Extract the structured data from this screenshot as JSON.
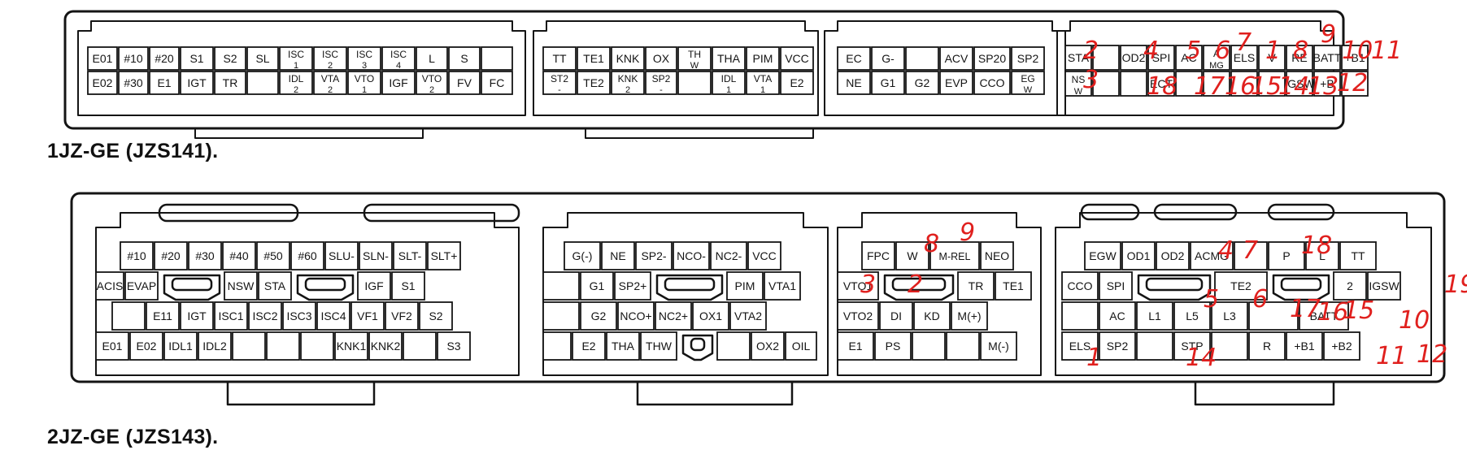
{
  "captions": {
    "c1": "1JZ-GE (JZS141).",
    "c2": "2JZ-GE (JZS143)."
  },
  "connectors": [
    {
      "rows": [
        [
          [
            "E01"
          ],
          [
            "#10"
          ],
          [
            "#20"
          ],
          [
            "S1"
          ],
          [
            "S2"
          ],
          [
            "SL"
          ],
          [
            "ISC",
            "1"
          ],
          [
            "ISC",
            "2"
          ],
          [
            "ISC",
            "3"
          ],
          [
            "ISC",
            "4"
          ],
          [
            "L"
          ],
          [
            "S"
          ],
          [
            ""
          ]
        ],
        [
          [
            "E02"
          ],
          [
            "#30"
          ],
          [
            "E1"
          ],
          [
            "IGT"
          ],
          [
            "TR"
          ],
          [
            ""
          ],
          [
            "IDL",
            "2"
          ],
          [
            "VTA",
            "2"
          ],
          [
            "VTO",
            "1"
          ],
          [
            "IGF"
          ],
          [
            "VTO",
            "2"
          ],
          [
            "FV"
          ],
          [
            "FC"
          ]
        ]
      ]
    },
    {
      "rows": [
        [
          [
            "TT"
          ],
          [
            "TE1"
          ],
          [
            "KNK"
          ],
          [
            "OX"
          ],
          [
            "TH",
            "W"
          ],
          [
            "THA"
          ],
          [
            "PIM"
          ],
          [
            "VCC"
          ]
        ],
        [
          [
            "ST2",
            "-"
          ],
          [
            "TE2"
          ],
          [
            "KNK",
            "2"
          ],
          [
            "SP2",
            "-"
          ],
          [
            ""
          ],
          [
            "IDL",
            "1"
          ],
          [
            "VTA",
            "1"
          ],
          [
            "E2"
          ]
        ]
      ]
    },
    {
      "rows": [
        [
          [
            "EC"
          ],
          [
            "G-"
          ],
          [
            ""
          ],
          [
            "ACV"
          ],
          [
            "SP20"
          ],
          [
            "SP2"
          ]
        ],
        [
          [
            "NE"
          ],
          [
            "G1"
          ],
          [
            "G2"
          ],
          [
            "EVP"
          ],
          [
            "CCO"
          ],
          [
            "EG",
            "W"
          ]
        ]
      ]
    },
    {
      "rows": [
        [
          [
            "STA"
          ],
          [
            ""
          ],
          [
            "OD2"
          ],
          [
            "SPI"
          ],
          [
            "AC"
          ],
          [
            "A",
            "MG"
          ],
          [
            "ELS"
          ],
          [
            "V"
          ],
          [
            "RE"
          ],
          [
            "BATT"
          ],
          [
            "+B1"
          ]
        ],
        [
          [
            "NS",
            "W"
          ],
          [
            ""
          ],
          [
            ""
          ],
          [
            "ECT"
          ],
          [
            ""
          ],
          [
            ""
          ],
          [
            ""
          ],
          [
            ""
          ],
          [
            "IGSW"
          ],
          [
            "+B"
          ],
          [
            ""
          ]
        ]
      ]
    },
    {
      "rows": [
        [
          [
            "#10"
          ],
          [
            "#20"
          ],
          [
            "#30"
          ],
          [
            "#40"
          ],
          [
            "#50"
          ],
          [
            "#60"
          ],
          [
            "SLU-"
          ],
          [
            "SLN-"
          ],
          [
            "SLT-"
          ],
          [
            "SLT+"
          ]
        ],
        [
          [
            "ACIS"
          ],
          [
            "EVAP"
          ],
          [
            "NSW"
          ],
          [
            "STA"
          ],
          [
            "IGF"
          ],
          [
            "S1"
          ]
        ],
        [
          [
            ""
          ],
          [
            "E11"
          ],
          [
            "IGT"
          ],
          [
            "ISC1"
          ],
          [
            "ISC2"
          ],
          [
            "ISC3"
          ],
          [
            "ISC4"
          ],
          [
            "VF1"
          ],
          [
            "VF2"
          ],
          [
            "S2"
          ]
        ],
        [
          [
            "E01"
          ],
          [
            "E02"
          ],
          [
            "IDL1"
          ],
          [
            "IDL2"
          ],
          [
            ""
          ],
          [
            ""
          ],
          [
            ""
          ],
          [
            "KNK1"
          ],
          [
            "KNK2"
          ],
          [
            ""
          ],
          [
            "S3"
          ]
        ]
      ]
    },
    {
      "rows": [
        [
          [
            "G(-)"
          ],
          [
            "NE"
          ],
          [
            "SP2-"
          ],
          [
            "NCO-"
          ],
          [
            "NC2-"
          ],
          [
            "VCC"
          ]
        ],
        [
          [
            ""
          ],
          [
            "G1"
          ],
          [
            "SP2+"
          ],
          [
            "PIM"
          ],
          [
            "VTA1"
          ]
        ],
        [
          [
            ""
          ],
          [
            "G2"
          ],
          [
            "NCO+"
          ],
          [
            "NC2+"
          ],
          [
            "OX1"
          ],
          [
            "VTA2"
          ]
        ],
        [
          [
            ""
          ],
          [
            "E2"
          ],
          [
            "THA"
          ],
          [
            "THW"
          ],
          [
            ""
          ],
          [
            "OX2"
          ],
          [
            "OIL"
          ]
        ]
      ]
    },
    {
      "rows": [
        [
          [
            "FPC"
          ],
          [
            "W"
          ],
          [
            "M-REL"
          ],
          [
            "NEO"
          ]
        ],
        [
          [
            "VTO1"
          ],
          [
            "TR"
          ],
          [
            "TE1"
          ]
        ],
        [
          [
            "VTO2"
          ],
          [
            "DI"
          ],
          [
            "KD"
          ],
          [
            "M(+)"
          ]
        ],
        [
          [
            "E1"
          ],
          [
            "PS"
          ],
          [
            ""
          ],
          [
            ""
          ],
          [
            "M(-)"
          ]
        ]
      ]
    },
    {
      "rows": [
        [
          [
            "EGW"
          ],
          [
            "OD1"
          ],
          [
            "OD2"
          ],
          [
            "ACMG"
          ],
          [
            ""
          ],
          [
            "P"
          ],
          [
            "L"
          ],
          [
            "TT"
          ]
        ],
        [
          [
            "CCO"
          ],
          [
            "SPI"
          ],
          [
            "TE2"
          ],
          [
            "2"
          ],
          [
            "IGSW"
          ]
        ],
        [
          [
            ""
          ],
          [
            "AC"
          ],
          [
            "L1"
          ],
          [
            "L5"
          ],
          [
            "L3"
          ],
          [
            ""
          ],
          [
            "BATT"
          ]
        ],
        [
          [
            "ELS"
          ],
          [
            "SP2"
          ],
          [
            ""
          ],
          [
            "STP"
          ],
          [
            ""
          ],
          [
            "R"
          ],
          [
            "+B1"
          ],
          [
            "+B2"
          ]
        ]
      ]
    }
  ],
  "marks": {
    "top": [
      "2",
      "3",
      "4",
      "5",
      "6",
      "7",
      "1",
      "8",
      "9",
      "10",
      "11",
      "18",
      "17",
      "16",
      "15",
      "14",
      "13",
      "12"
    ],
    "bottom": [
      "8",
      "9",
      "3",
      "2",
      "4",
      "7",
      "18",
      "5",
      "6",
      "17",
      "16",
      "15",
      "19",
      "10",
      "1",
      "14",
      "11",
      "12"
    ]
  },
  "colors": {
    "ink": "#141414",
    "annotation": "#e0201e"
  }
}
